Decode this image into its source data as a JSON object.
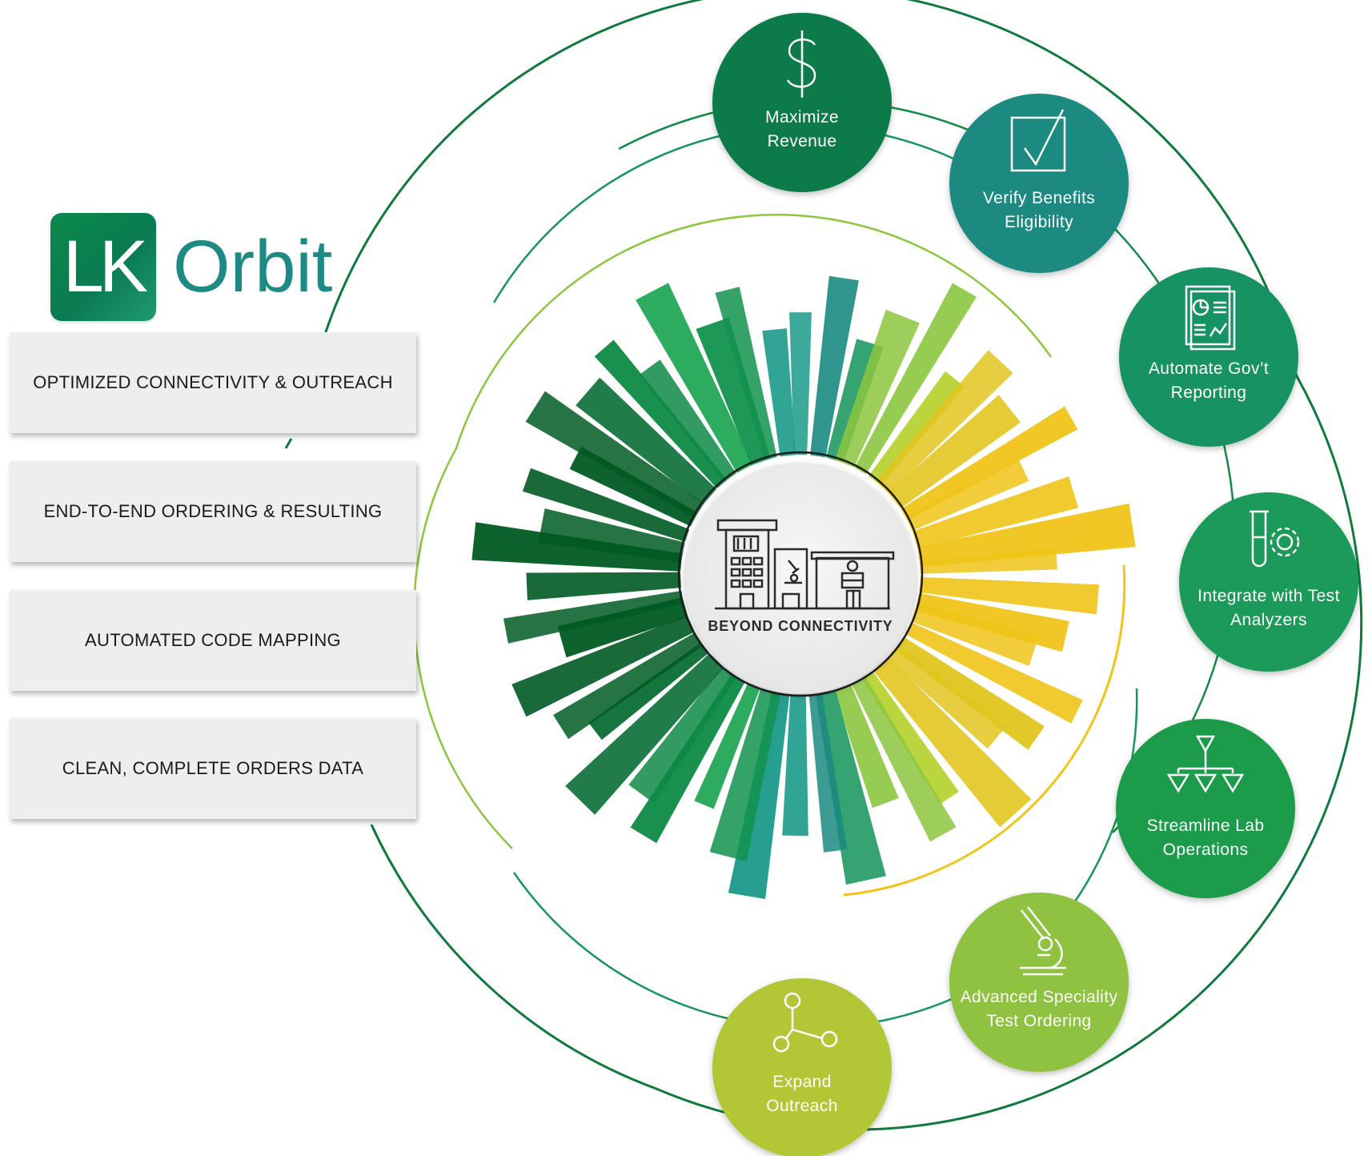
{
  "brand": {
    "logo_mark": "LK",
    "name": "Orbit",
    "colors": {
      "primary": "#0b8a4a",
      "teal": "#1d8b83"
    }
  },
  "features": [
    "OPTIMIZED CONNECTIVITY & OUTREACH",
    "END-TO-END ORDERING & RESULTING",
    "AUTOMATED CODE MAPPING",
    "CLEAN, COMPLETE ORDERS DATA"
  ],
  "hub": {
    "label": "BEYOND CONNECTIVITY",
    "icon": "lab-buildings-icon"
  },
  "benefits": [
    {
      "line1": "Maximize",
      "line2": "Revenue",
      "icon": "dollar-icon",
      "color": "#077a4a"
    },
    {
      "line1": "Verify Benefits",
      "line2": "Eligibility",
      "icon": "checkbox-icon",
      "color": "#1a8a80"
    },
    {
      "line1": "Automate Gov’t",
      "line2": "Reporting",
      "icon": "report-icon",
      "color": "#179264"
    },
    {
      "line1": "Integrate with Test",
      "line2": "Analyzers",
      "icon": "test-tube-gear-icon",
      "color": "#1a9a5a"
    },
    {
      "line1": "Streamline Lab",
      "line2": "Operations",
      "icon": "hierarchy-icon",
      "color": "#1a9c4c"
    },
    {
      "line1": "Advanced Speciality",
      "line2": "Test Ordering",
      "icon": "microscope-icon",
      "color": "#8ec241"
    },
    {
      "line1": "Expand",
      "line2": "Outreach",
      "icon": "network-icon",
      "color": "#b3c634"
    }
  ]
}
